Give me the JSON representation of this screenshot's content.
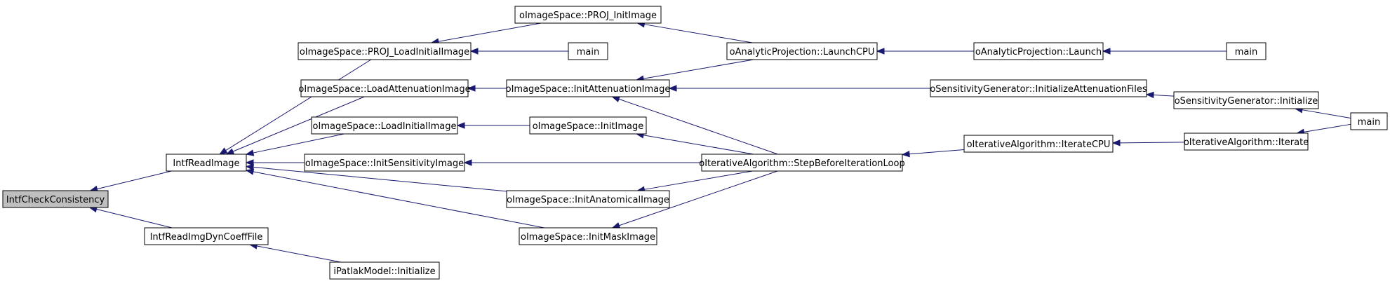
{
  "colors": {
    "edge": "#191970",
    "node_border": "#000000",
    "node_fill": "#ffffff",
    "highlight_fill": "#bfbfbf"
  },
  "nodes": {
    "n_check": {
      "label": "IntfCheckConsistency"
    },
    "n_readimage": {
      "label": "IntfReadImage"
    },
    "n_readdyn": {
      "label": "IntfReadImgDynCoeffFile"
    },
    "n_patlak": {
      "label": "iPatlakModel::Initialize"
    },
    "n_proj_load": {
      "label": "oImageSpace::PROJ_LoadInitialImage"
    },
    "n_proj_init": {
      "label": "oImageSpace::PROJ_InitImage"
    },
    "n_main1": {
      "label": "main"
    },
    "n_load_att": {
      "label": "oImageSpace::LoadAttenuationImage"
    },
    "n_init_att": {
      "label": "oImageSpace::InitAttenuationImage"
    },
    "n_load_init": {
      "label": "oImageSpace::LoadInitialImage"
    },
    "n_init_image": {
      "label": "oImageSpace::InitImage"
    },
    "n_init_sens": {
      "label": "oImageSpace::InitSensitivityImage"
    },
    "n_init_anat": {
      "label": "oImageSpace::InitAnatomicalImage"
    },
    "n_init_mask": {
      "label": "oImageSpace::InitMaskImage"
    },
    "n_launch_cpu": {
      "label": "oAnalyticProjection::LaunchCPU"
    },
    "n_launch": {
      "label": "oAnalyticProjection::Launch"
    },
    "n_main2": {
      "label": "main"
    },
    "n_step": {
      "label": "oIterativeAlgorithm::StepBeforeIterationLoop"
    },
    "n_sens_att": {
      "label": "oSensitivityGenerator::InitializeAttenuationFiles"
    },
    "n_sens_init": {
      "label": "oSensitivityGenerator::Initialize"
    },
    "n_main3": {
      "label": "main"
    },
    "n_iter_cpu": {
      "label": "oIterativeAlgorithm::IterateCPU"
    },
    "n_iter": {
      "label": "oIterativeAlgorithm::Iterate"
    }
  },
  "edges": [
    {
      "from": "n_readimage",
      "to": "n_check"
    },
    {
      "from": "n_readdyn",
      "to": "n_check"
    },
    {
      "from": "n_proj_load",
      "to": "n_readimage"
    },
    {
      "from": "n_load_att",
      "to": "n_readimage"
    },
    {
      "from": "n_load_init",
      "to": "n_readimage"
    },
    {
      "from": "n_init_sens",
      "to": "n_readimage"
    },
    {
      "from": "n_init_anat",
      "to": "n_readimage"
    },
    {
      "from": "n_init_mask",
      "to": "n_readimage"
    },
    {
      "from": "n_patlak",
      "to": "n_readdyn"
    },
    {
      "from": "n_proj_init",
      "to": "n_proj_load"
    },
    {
      "from": "n_main1",
      "to": "n_proj_load"
    },
    {
      "from": "n_init_att",
      "to": "n_load_att"
    },
    {
      "from": "n_init_image",
      "to": "n_load_init"
    },
    {
      "from": "n_step",
      "to": "n_init_sens"
    },
    {
      "from": "n_step",
      "to": "n_init_anat"
    },
    {
      "from": "n_step",
      "to": "n_init_mask"
    },
    {
      "from": "n_launch_cpu",
      "to": "n_proj_init"
    },
    {
      "from": "n_launch_cpu",
      "to": "n_init_att"
    },
    {
      "from": "n_sens_att",
      "to": "n_init_att"
    },
    {
      "from": "n_step",
      "to": "n_init_att"
    },
    {
      "from": "n_step",
      "to": "n_init_image"
    },
    {
      "from": "n_launch",
      "to": "n_launch_cpu"
    },
    {
      "from": "n_main2",
      "to": "n_launch"
    },
    {
      "from": "n_sens_init",
      "to": "n_sens_att"
    },
    {
      "from": "n_main3",
      "to": "n_sens_init"
    },
    {
      "from": "n_iter_cpu",
      "to": "n_step"
    },
    {
      "from": "n_iter",
      "to": "n_iter_cpu"
    },
    {
      "from": "n_main3",
      "to": "n_iter"
    }
  ]
}
